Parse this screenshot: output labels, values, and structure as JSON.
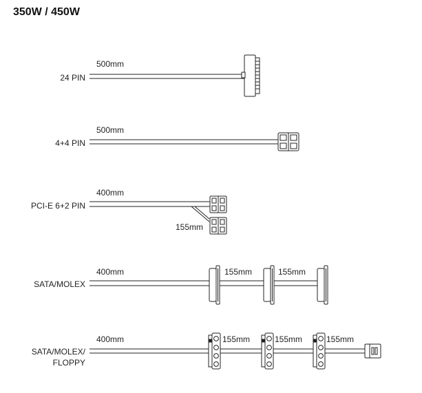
{
  "title": "350W / 450W",
  "cables": [
    {
      "name": "24 PIN",
      "length": "500mm"
    },
    {
      "name": "4+4 PIN",
      "length": "500mm"
    },
    {
      "name": "PCI-E 6+2 PIN",
      "length": "400mm",
      "branch_length": "155mm"
    },
    {
      "name": "SATA/MOLEX",
      "length": "400mm",
      "segment_lengths": [
        "155mm",
        "155mm"
      ]
    },
    {
      "name_lines": [
        "SATA/MOLEX/",
        "FLOPPY"
      ],
      "length": "400mm",
      "segment_lengths": [
        "155mm",
        "155mm",
        "155mm"
      ]
    }
  ]
}
